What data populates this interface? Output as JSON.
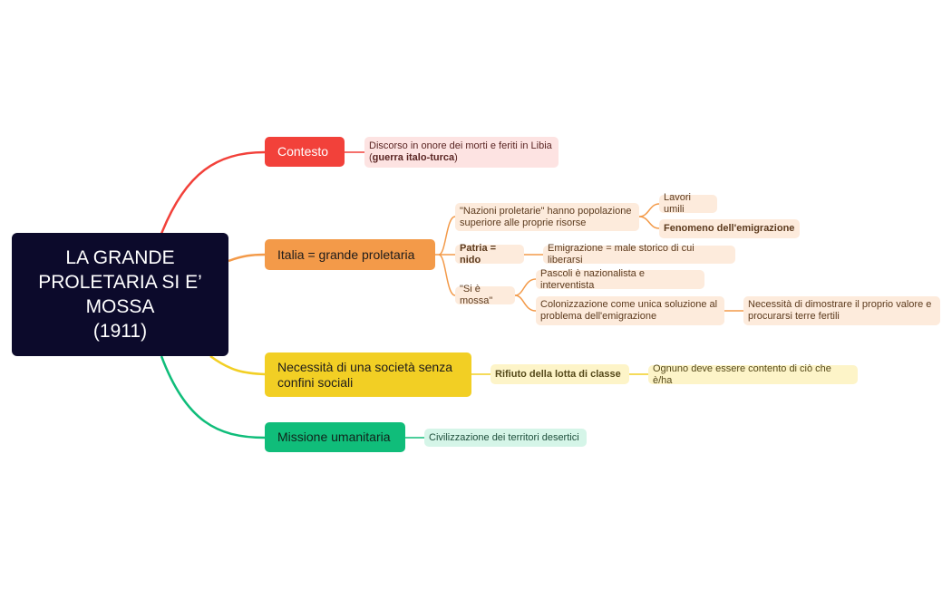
{
  "root": {
    "title": "LA GRANDE\nPROLETARIA SI E’\nMOSSA\n(1911)"
  },
  "branches": {
    "contesto": {
      "label": "Contesto",
      "detail_prefix": "Discorso in onore dei morti e feriti in Libia",
      "detail_open": "(",
      "detail_bold": "guerra italo-turca",
      "detail_close": ")"
    },
    "italia": {
      "label": "Italia = grande proletaria",
      "nazioni": "\"Nazioni proletarie\" hanno popolazione superiore alle proprie risorse",
      "lavori_umili": "Lavori umili",
      "fenomeno": "Fenomeno dell'emigrazione",
      "patria": "Patria = nido",
      "emigrazione": "Emigrazione = male storico di cui liberarsi",
      "si_e_mossa": "\"Si è mossa\"",
      "pascoli": "Pascoli è nazionalista e interventista",
      "colonizzazione": "Colonizzazione come unica soluzione al problema dell'emigrazione",
      "necessita": "Necessità di dimostrare il proprio valore e procurarsi terre fertili"
    },
    "societa": {
      "label": "Necessità di una società senza confini sociali",
      "rifiuto": "Rifiuto della lotta di classe",
      "ognuno": "Ognuno deve essere contento di ciò che è/ha"
    },
    "missione": {
      "label": "Missione umanitaria",
      "civilizzazione": "Civilizzazione dei territori desertici"
    }
  },
  "colors": {
    "root": "#0c0a2b",
    "red": "#f2413a",
    "orange": "#f39a49",
    "yellow": "#f2cf24",
    "green": "#10bd7a"
  }
}
